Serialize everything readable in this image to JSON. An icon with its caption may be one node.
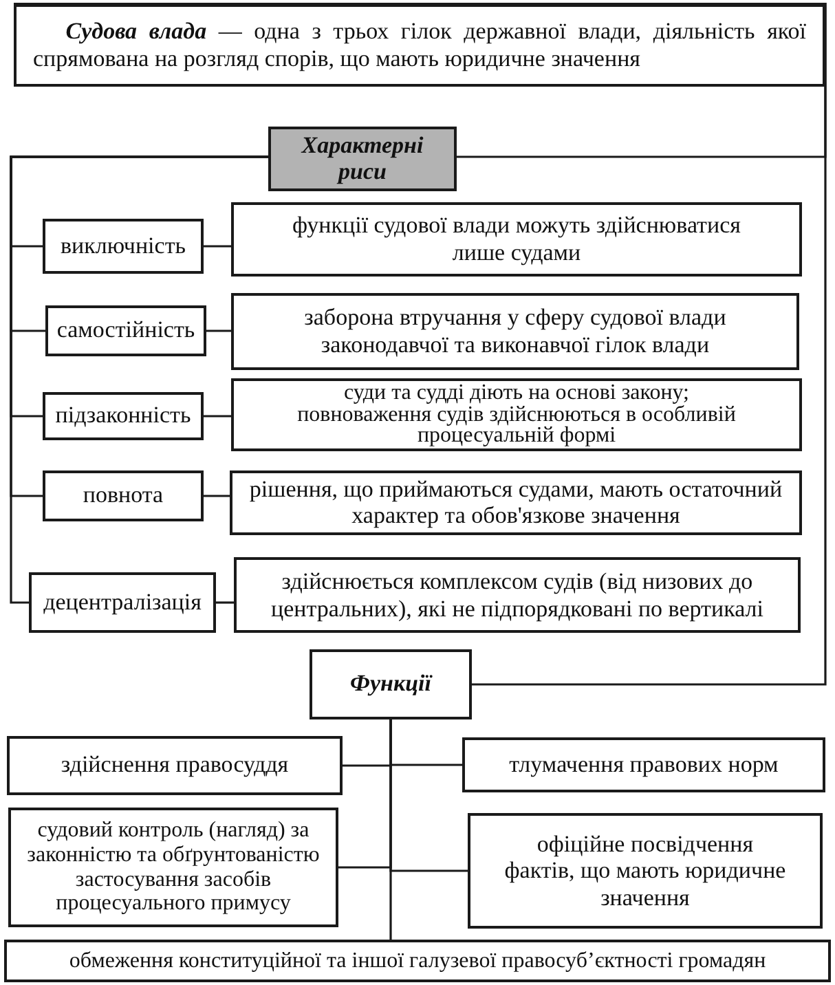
{
  "diagram": {
    "nodes": [
      {
        "text": [
          "**Судова влада** — одна з трьох гілок державної влади, діяльність якої спрямована на розгляд спорів, що мають юридичне значення"
        ]
      },
      {
        "text": [
          "Характерні риси"
        ]
      },
      {
        "text": [
          "виключність"
        ]
      },
      {
        "text": [
          "функції судової влади можуть здійснюватися лише судами"
        ]
      },
      {
        "text": [
          "самостійність"
        ]
      },
      {
        "text": [
          "заборона втручання у сферу судової влади законодавчої та виконавчої гілок влади"
        ]
      },
      {
        "text": [
          "підзаконність"
        ]
      },
      {
        "text": [
          "суди та судді діють на основі закону; повноваження судів здійснюються в особливій процесуальній формі"
        ]
      },
      {
        "text": [
          "повнота"
        ]
      },
      {
        "text": [
          "рішення, що приймаються судами, мають остаточний характер та обов'язкове значення"
        ]
      },
      {
        "text": [
          "децентралізація"
        ]
      },
      {
        "text": [
          "здійснюється комплексом судів (від низових до центральних), які не підпорядковані по вертикалі"
        ]
      },
      {
        "text": [
          "Функції"
        ]
      },
      {
        "text": [
          "здійснення правосуддя"
        ]
      },
      {
        "text": [
          "тлумачення правових норм"
        ]
      },
      {
        "text": [
          "судовий контроль (нагляд) за законністю та обґрунтованістю застосування засобів процесуального примусу"
        ]
      },
      {
        "text": [
          "офіційне посвідчення фактів, що мають юридичне значення"
        ]
      },
      {
        "text": [
          "обмеження конституційної та іншої галузевої правосуб’єктності громадян"
        ]
      }
    ],
    "edges": [
      {
        "from": 0,
        "to": 1,
        "arrow": "none"
      },
      {
        "from": 1,
        "to": 2,
        "arrow": "none"
      },
      {
        "from": 1,
        "to": 4,
        "arrow": "none"
      },
      {
        "from": 1,
        "to": 6,
        "arrow": "none"
      },
      {
        "from": 1,
        "to": 8,
        "arrow": "none"
      },
      {
        "from": 1,
        "to": 10,
        "arrow": "none"
      },
      {
        "from": 2,
        "to": 3,
        "arrow": "none"
      },
      {
        "from": 4,
        "to": 5,
        "arrow": "none"
      },
      {
        "from": 6,
        "to": 7,
        "arrow": "none"
      },
      {
        "from": 8,
        "to": 9,
        "arrow": "none"
      },
      {
        "from": 10,
        "to": 11,
        "arrow": "none"
      },
      {
        "from": 0,
        "to": 12,
        "arrow": "none"
      },
      {
        "from": 12,
        "to": 13,
        "arrow": "none"
      },
      {
        "from": 12,
        "to": 14,
        "arrow": "none"
      },
      {
        "from": 12,
        "to": 15,
        "arrow": "none"
      },
      {
        "from": 12,
        "to": 16,
        "arrow": "none"
      },
      {
        "from": 12,
        "to": 17,
        "arrow": "none"
      }
    ]
  }
}
